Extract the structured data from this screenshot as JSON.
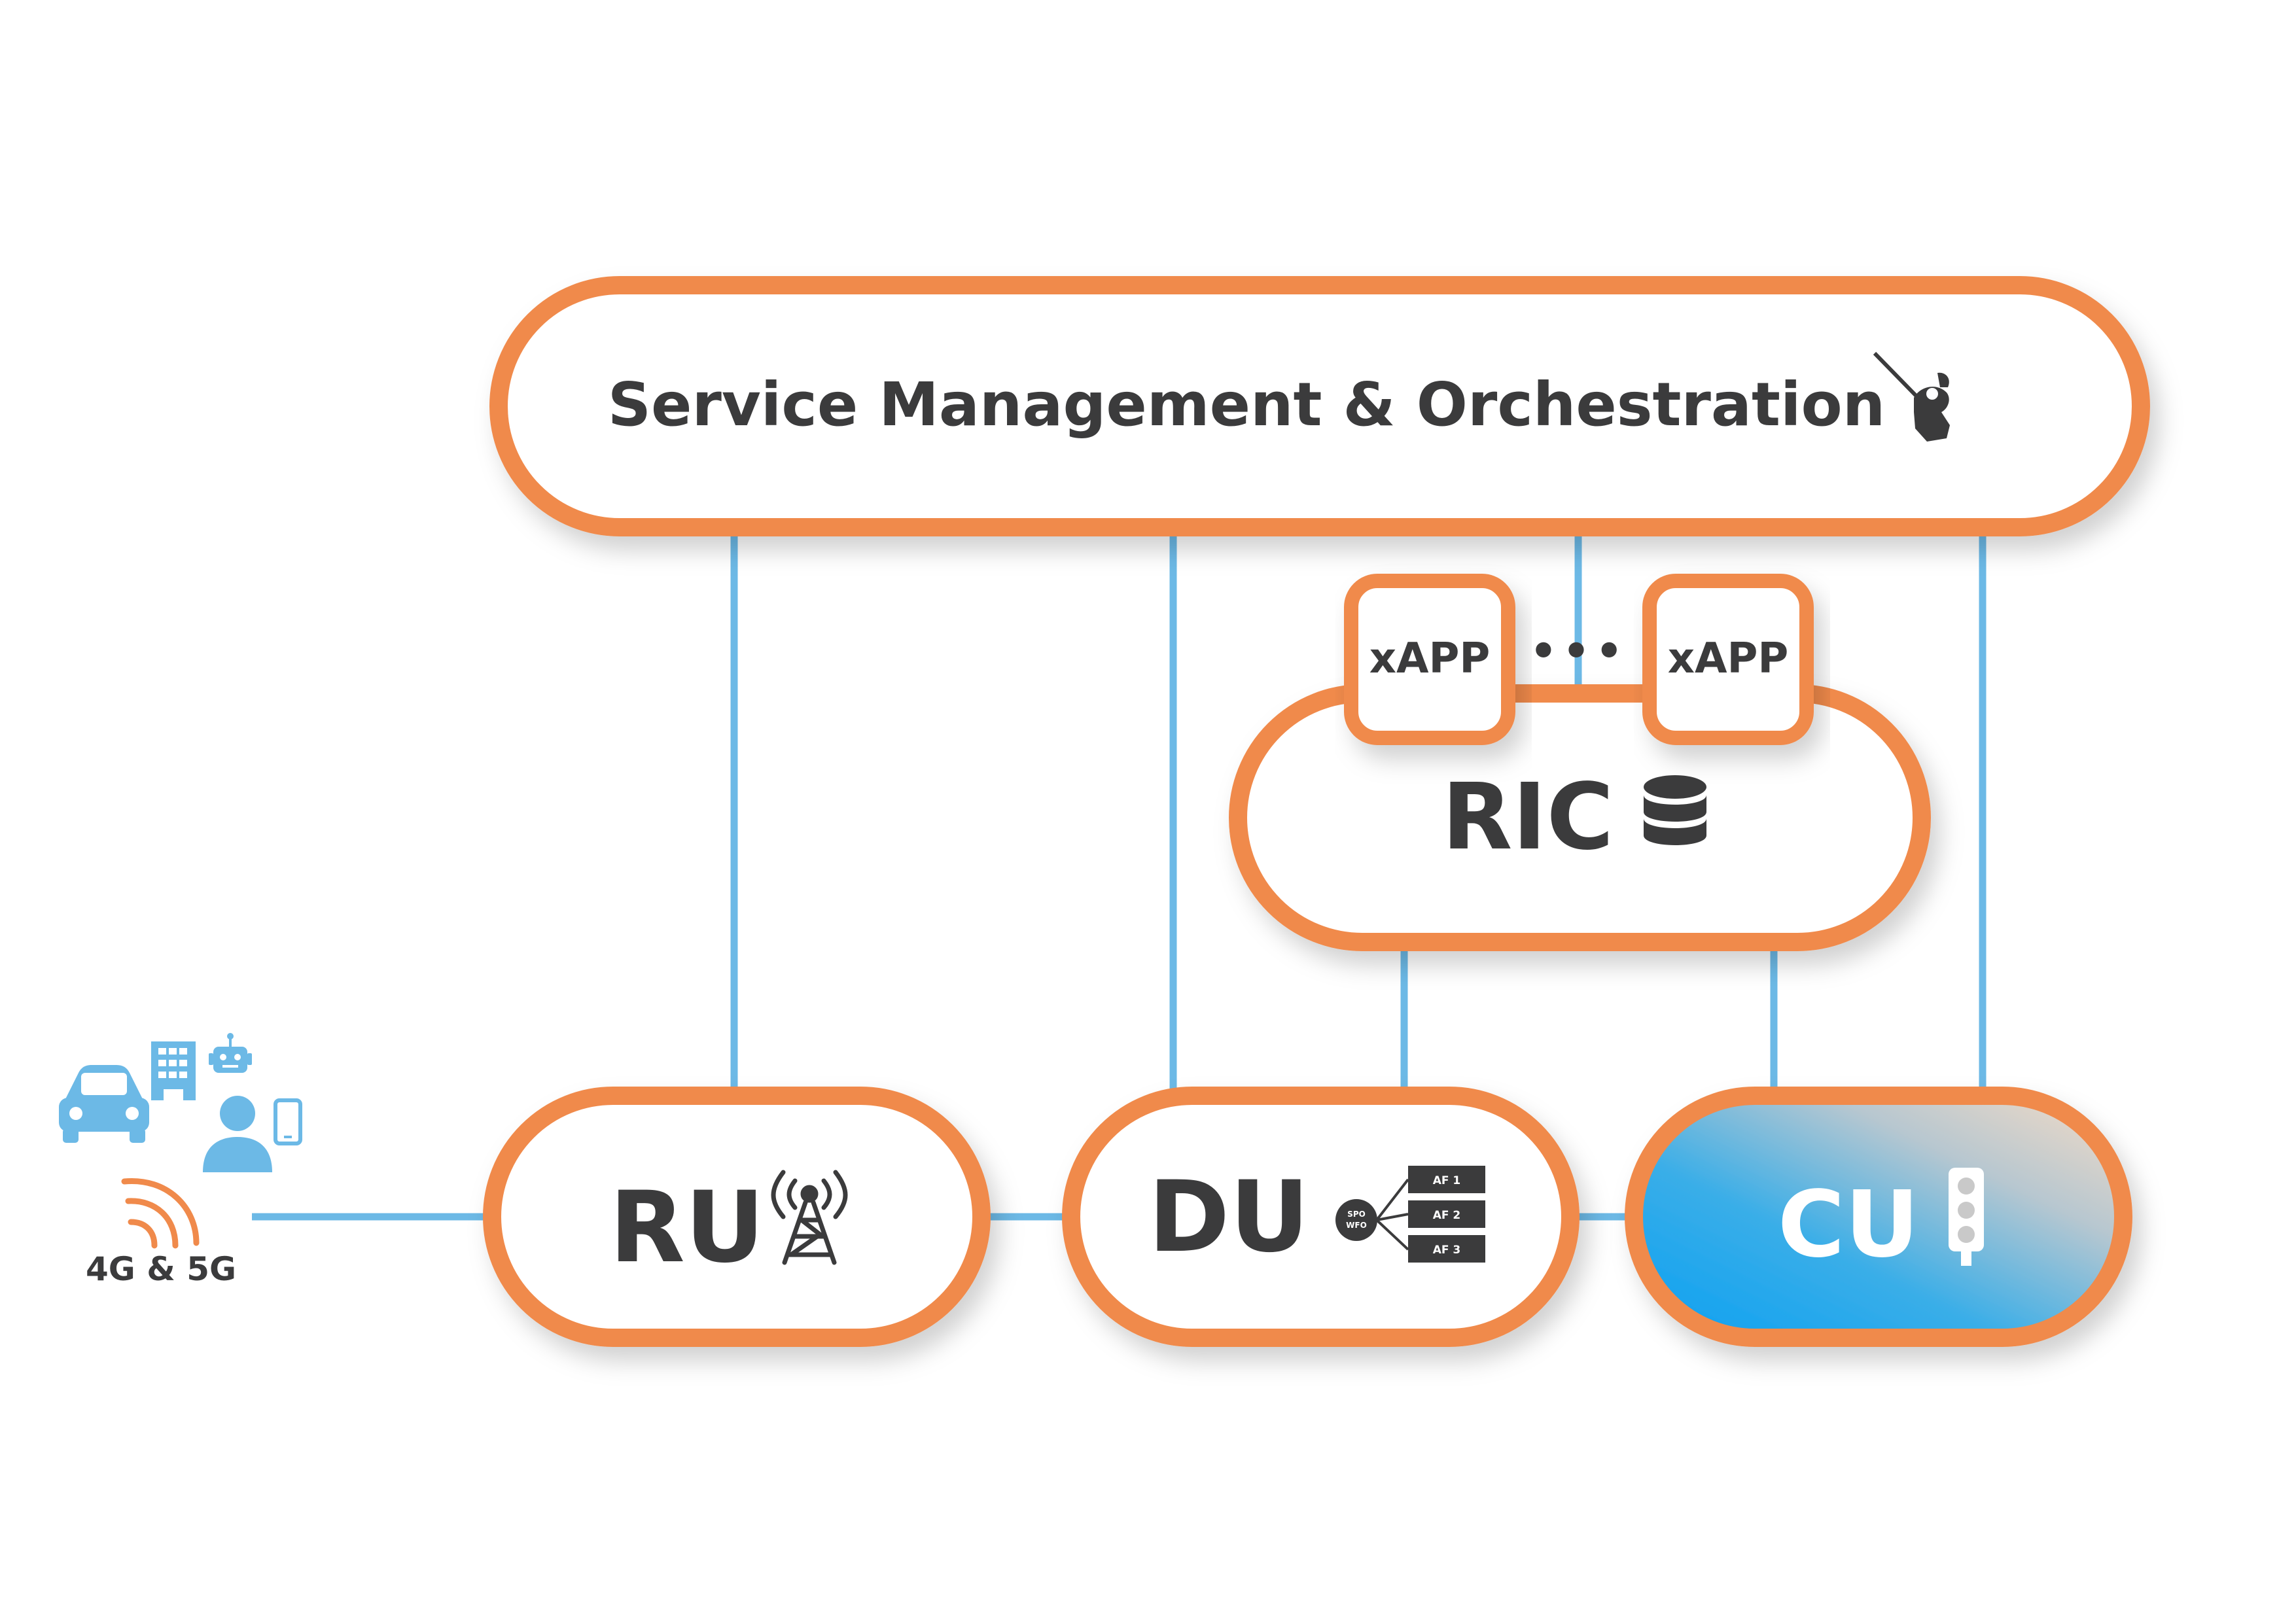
{
  "smo": {
    "title": "Service Management & Orchestration",
    "icon": "conductor-baton-hand-icon"
  },
  "ric": {
    "title": "RIC",
    "icon": "database-icon",
    "xapps": [
      "xAPP",
      "xAPP"
    ],
    "ellipsis": "•••"
  },
  "ru": {
    "title": "RU",
    "icon": "radio-tower-icon"
  },
  "du": {
    "title": "DU",
    "icon": "function-tree-icon",
    "node_label_top": "SPO",
    "node_label_bottom": "WFO",
    "functions": [
      "AF 1",
      "AF 2",
      "AF 3"
    ]
  },
  "cu": {
    "title": "CU",
    "icon": "traffic-light-icon"
  },
  "endpoints": {
    "label": "4G & 5G",
    "icons": [
      "car-icon",
      "building-icon",
      "robot-icon",
      "user-icon",
      "smartphone-icon",
      "wireless-signal-icon"
    ]
  },
  "colors": {
    "orange": "#f08a4b",
    "blue": "#6cb9e6",
    "text": "#3b3b3c",
    "cu_gradient_start": "#1aa6f0",
    "cu_gradient_end": "#f3dcc9"
  }
}
